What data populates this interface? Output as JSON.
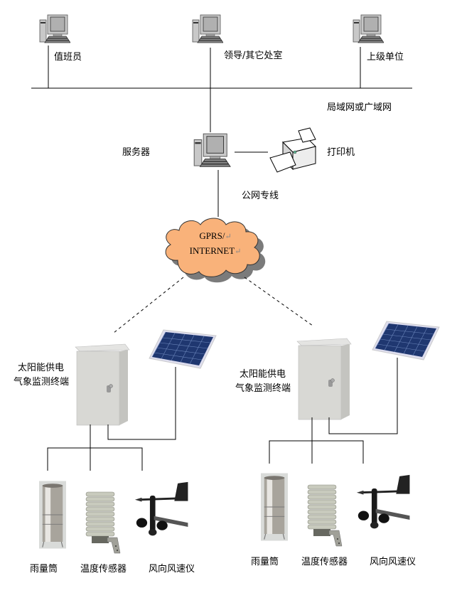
{
  "network": {
    "workstations": [
      {
        "label": "值班员"
      },
      {
        "label": "领导/其它处室"
      },
      {
        "label": "上级单位"
      }
    ],
    "lan_label": "局域网或广域网",
    "server_label": "服务器",
    "printer_label": "打印机",
    "public_line_label": "公网专线",
    "cloud": {
      "line1": "GPRS/",
      "line2": "INTERNET",
      "return_mark": "↵",
      "fill": "#f9b27a"
    }
  },
  "stations": [
    {
      "terminal_label_line1": "太阳能供电",
      "terminal_label_line2": "气象监测终端",
      "sensors": [
        {
          "label": "雨量筒"
        },
        {
          "label": "温度传感器"
        },
        {
          "label": "风向风速仪"
        }
      ]
    },
    {
      "terminal_label_line1": "太阳能供电",
      "terminal_label_line2": "气象监测终端",
      "sensors": [
        {
          "label": "雨量筒"
        },
        {
          "label": "温度传感器"
        },
        {
          "label": "风向风速仪"
        }
      ]
    }
  ]
}
